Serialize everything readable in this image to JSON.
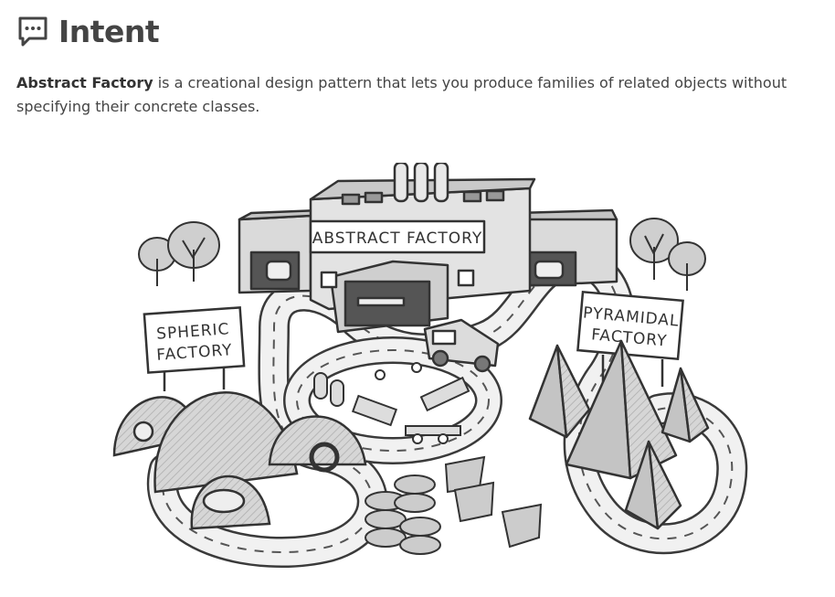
{
  "section": {
    "title": "Intent",
    "icon": "speech-bubble-icon"
  },
  "intro": {
    "term": "Abstract Factory",
    "text": " is a creational design pattern that lets you produce families of related objects without specifying their concrete classes."
  },
  "illustration": {
    "main_sign": "ABSTRACT FACTORY",
    "left_sign_line1": "SPHERIC",
    "left_sign_line2": "FACTORY",
    "right_sign_line1": "PYRAMIDAL",
    "right_sign_line2": "FACTORY"
  }
}
